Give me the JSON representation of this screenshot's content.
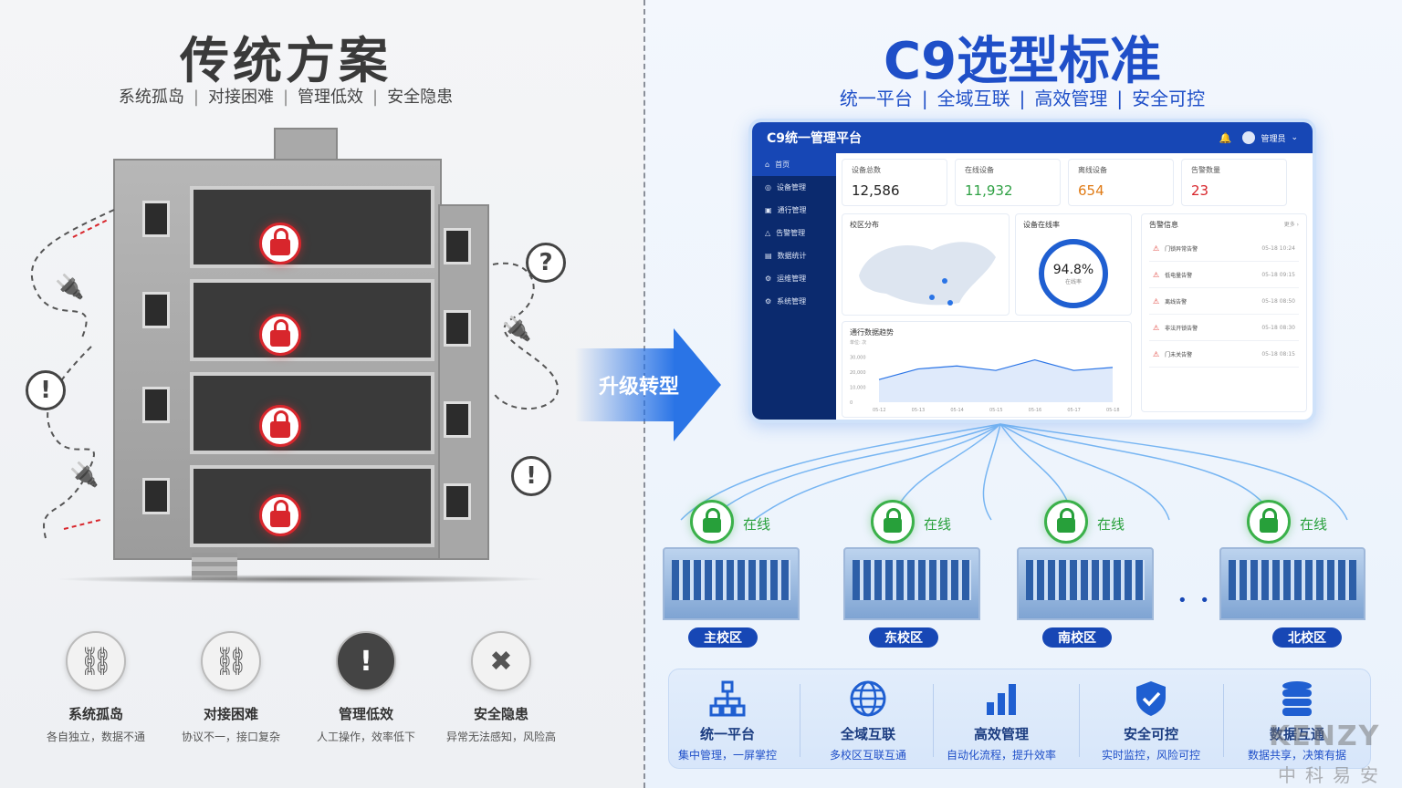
{
  "left": {
    "title": "传统方案",
    "subtitle": [
      "系统孤岛",
      "对接困难",
      "管理低效",
      "安全隐患"
    ],
    "separator": "|",
    "features": [
      {
        "icon": "broken-link-icon",
        "title": "系统孤岛",
        "desc": "各自独立，数据不通"
      },
      {
        "icon": "broken-link-icon",
        "title": "对接困难",
        "desc": "协议不一，接口复杂"
      },
      {
        "icon": "exclamation-icon",
        "title": "管理低效",
        "desc": "人工操作，效率低下"
      },
      {
        "icon": "shield-x-icon",
        "title": "安全隐患",
        "desc": "异常无法感知，风险高"
      }
    ]
  },
  "arrow_label": "升级转型",
  "right": {
    "title": "C9选型标准",
    "subtitle": [
      "统一平台",
      "全域互联",
      "高效管理",
      "安全可控"
    ],
    "separator": "|"
  },
  "dashboard": {
    "title": "C9统一管理平台",
    "user": "管理员",
    "menu": [
      "首页",
      "设备管理",
      "通行管理",
      "告警管理",
      "数据统计",
      "运维管理",
      "系统管理"
    ],
    "kpis": [
      {
        "label": "设备总数",
        "value": "12,586",
        "color": "#222222"
      },
      {
        "label": "在线设备",
        "value": "11,932",
        "color": "#2ea043"
      },
      {
        "label": "离线设备",
        "value": "654",
        "color": "#e07b16"
      },
      {
        "label": "告警数量",
        "value": "23",
        "color": "#d8262c"
      }
    ],
    "map_title": "校区分布",
    "rate_title": "设备在线率",
    "rate_value": "94.8%",
    "rate_sub": "在线率",
    "alarm_title": "告警信息",
    "alarm_more": "更多 ›",
    "alarms": [
      {
        "name": "门锁异常告警",
        "time": "05-18 10:24"
      },
      {
        "name": "低电量告警",
        "time": "05-18 09:15"
      },
      {
        "name": "离线告警",
        "time": "05-18 08:50"
      },
      {
        "name": "非法开锁告警",
        "time": "05-18 08:30"
      },
      {
        "name": "门未关告警",
        "time": "05-18 08:15"
      }
    ]
  },
  "chart_data": {
    "type": "line",
    "title": "通行数据趋势",
    "ylabel": "单位: 次",
    "x": [
      "05-12",
      "05-13",
      "05-14",
      "05-15",
      "05-16",
      "05-17",
      "05-18"
    ],
    "y_ticks": [
      "30,000",
      "20,000",
      "10,000",
      "0"
    ],
    "ylim": [
      0,
      35000
    ],
    "series": [
      {
        "values": [
          15000,
          22000,
          24000,
          21000,
          28000,
          21000,
          23000
        ]
      }
    ],
    "grid": false
  },
  "campuses": [
    {
      "name": "主校区",
      "status": "在线"
    },
    {
      "name": "东校区",
      "status": "在线"
    },
    {
      "name": "南校区",
      "status": "在线"
    },
    {
      "name": "北校区",
      "status": "在线"
    }
  ],
  "campus_ellipsis": "• • •",
  "right_features": [
    {
      "icon": "org-tree-icon",
      "title": "统一平台",
      "desc": "集中管理，一屏掌控"
    },
    {
      "icon": "globe-icon",
      "title": "全域互联",
      "desc": "多校区互联互通"
    },
    {
      "icon": "bar-chart-icon",
      "title": "高效管理",
      "desc": "自动化流程，提升效率"
    },
    {
      "icon": "shield-check-icon",
      "title": "安全可控",
      "desc": "实时监控，风险可控"
    },
    {
      "icon": "database-icon",
      "title": "数据互通",
      "desc": "数据共享，决策有据"
    }
  ],
  "watermark": {
    "brand": "KENZY",
    "cn": "中科易安"
  },
  "colors": {
    "accent": "#1f4fc8",
    "danger": "#d8262c",
    "ok": "#27a03a"
  }
}
